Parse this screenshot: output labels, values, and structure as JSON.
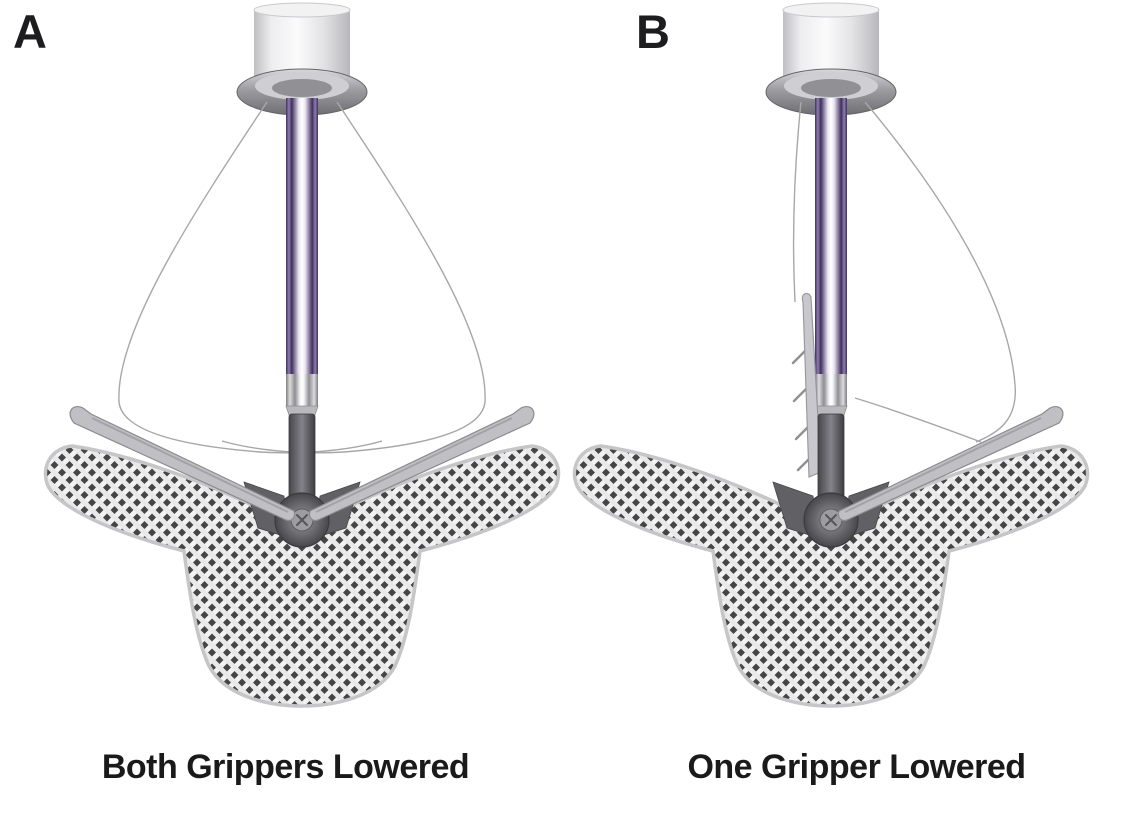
{
  "figure": {
    "panels": [
      {
        "label": "A",
        "caption": "Both Grippers Lowered"
      },
      {
        "label": "B",
        "caption": "One Gripper Lowered"
      }
    ],
    "colors": {
      "catheter_purple": "#40305e",
      "metal_gray": "#9a9a9e",
      "connector_dark_gray": "#46464b",
      "mesh_hole_dark": "#454545",
      "mesh_strand_light": "#f3f3f3",
      "suture_wire_gray": "#a7a7ab",
      "label_text": "#1d1d20",
      "background": "#ffffff"
    }
  }
}
